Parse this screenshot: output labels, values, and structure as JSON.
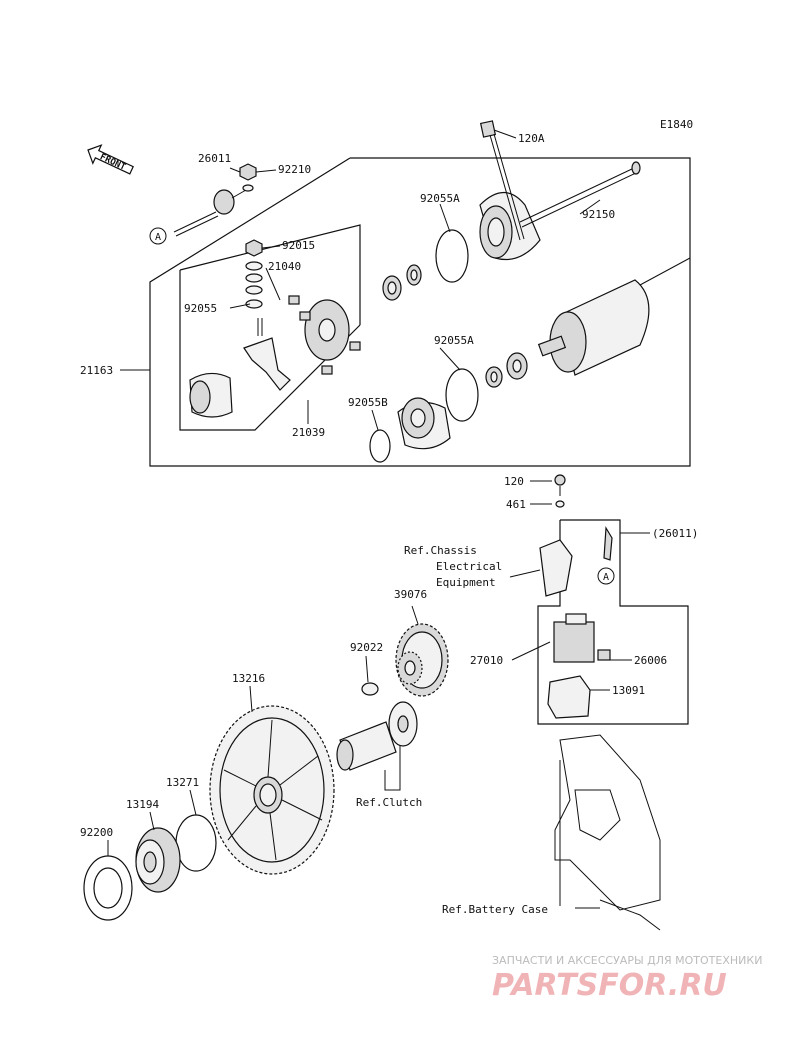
{
  "diagram_id": "E1840",
  "front_label": "FRONT",
  "callout_a": "A",
  "parts": {
    "p26011": "26011",
    "p92210": "92210",
    "p120A": "120A",
    "p92055A_top": "92055A",
    "p92150": "92150",
    "p92015": "92015",
    "p21040": "21040",
    "p92055": "92055",
    "p92055A_mid": "92055A",
    "p21163": "21163",
    "p92055B": "92055B",
    "p21039": "21039",
    "p120": "120",
    "p461": "461",
    "p26011_ref": "(26011)",
    "p39076": "39076",
    "p92022": "92022",
    "p27010": "27010",
    "p26006": "26006",
    "p13091": "13091",
    "p13216": "13216",
    "p13271": "13271",
    "p13194": "13194",
    "p92200": "92200"
  },
  "refs": {
    "chassis_1": "Ref.Chassis",
    "chassis_2": "Electrical",
    "chassis_3": "Equipment",
    "clutch": "Ref.Clutch",
    "battery_case": "Ref.Battery Case"
  },
  "watermark": {
    "line1": "ЗАПЧАСТИ И АКСЕССУАРЫ ДЛЯ МОТОТЕХНИКИ",
    "line2": "PARTSFOR.RU"
  },
  "colors": {
    "ink": "#111111",
    "part_fill": "#d9d9d9",
    "watermark": "#f0b3b6"
  }
}
